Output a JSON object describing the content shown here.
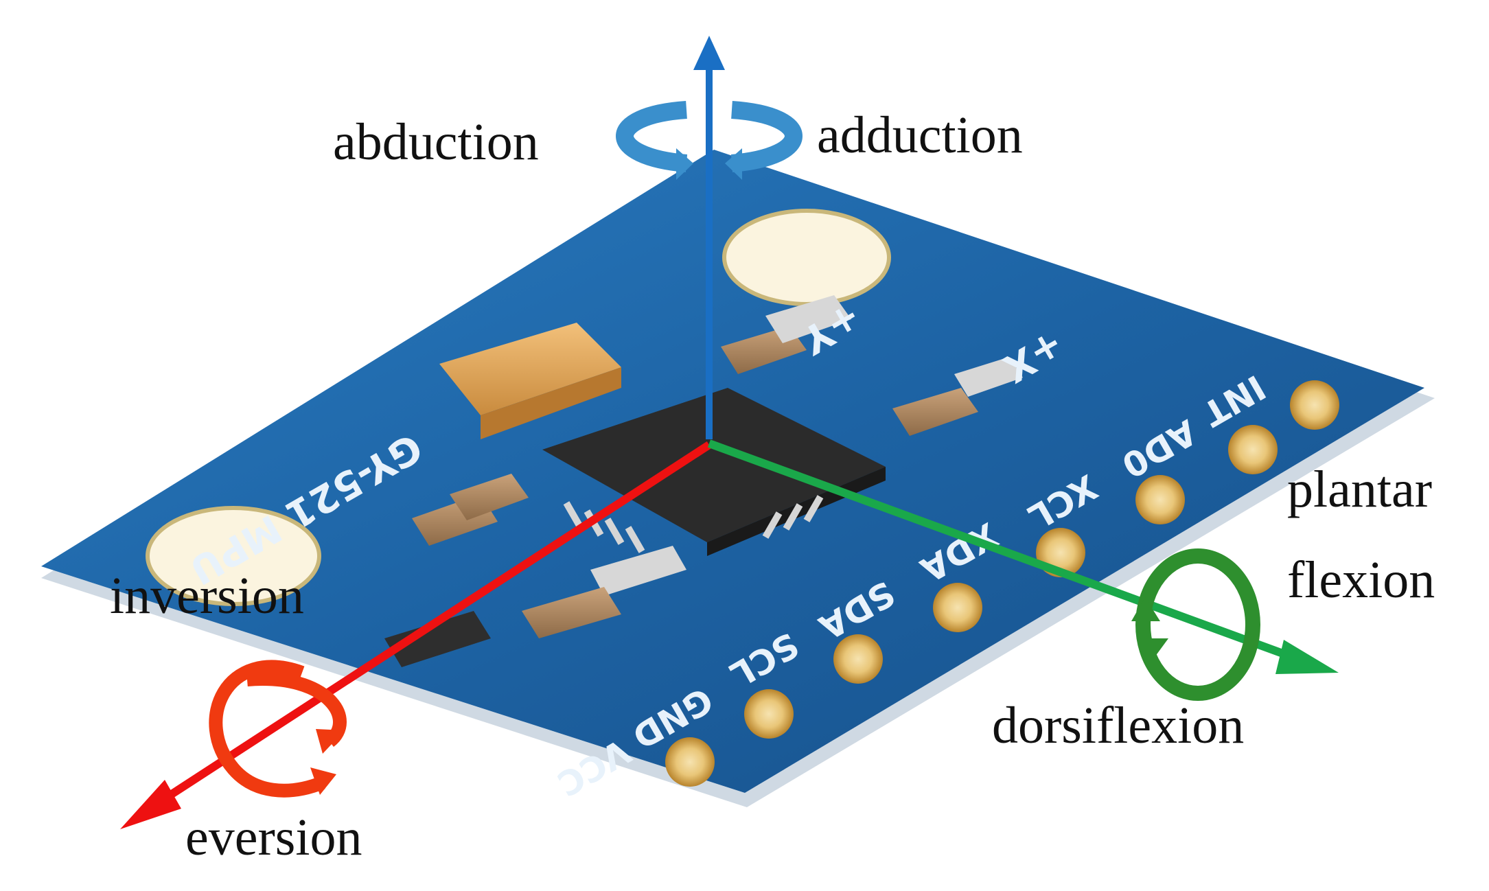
{
  "board": {
    "model": "GY-521 MPU",
    "pins": [
      "INT",
      "AD0",
      "XCL",
      "XDA",
      "SDA",
      "SCL",
      "GND",
      "VCC"
    ],
    "axis_marks": [
      "+Y",
      "+X"
    ]
  },
  "labels": {
    "abduction": "abduction",
    "adduction": "adduction",
    "inversion": "inversion",
    "eversion": "eversion",
    "plantar": "plantar",
    "flexion": "flexion",
    "dorsiflexion": "dorsiflexion"
  },
  "colors": {
    "board_blue": "#1c66a8",
    "vertical_axis": "#1a6fc4",
    "lateral_axis": "#ee1111",
    "longitudinal_axis": "#1aa84a",
    "abduction_arrow": "#3a8fcc",
    "inversion_arrow": "#f03a10",
    "flexion_arrow": "#2e8f2e",
    "pad_gold": "#d8a94a",
    "capacitor_orange": "#e0a55a",
    "chip_dark": "#2a2a2a"
  }
}
